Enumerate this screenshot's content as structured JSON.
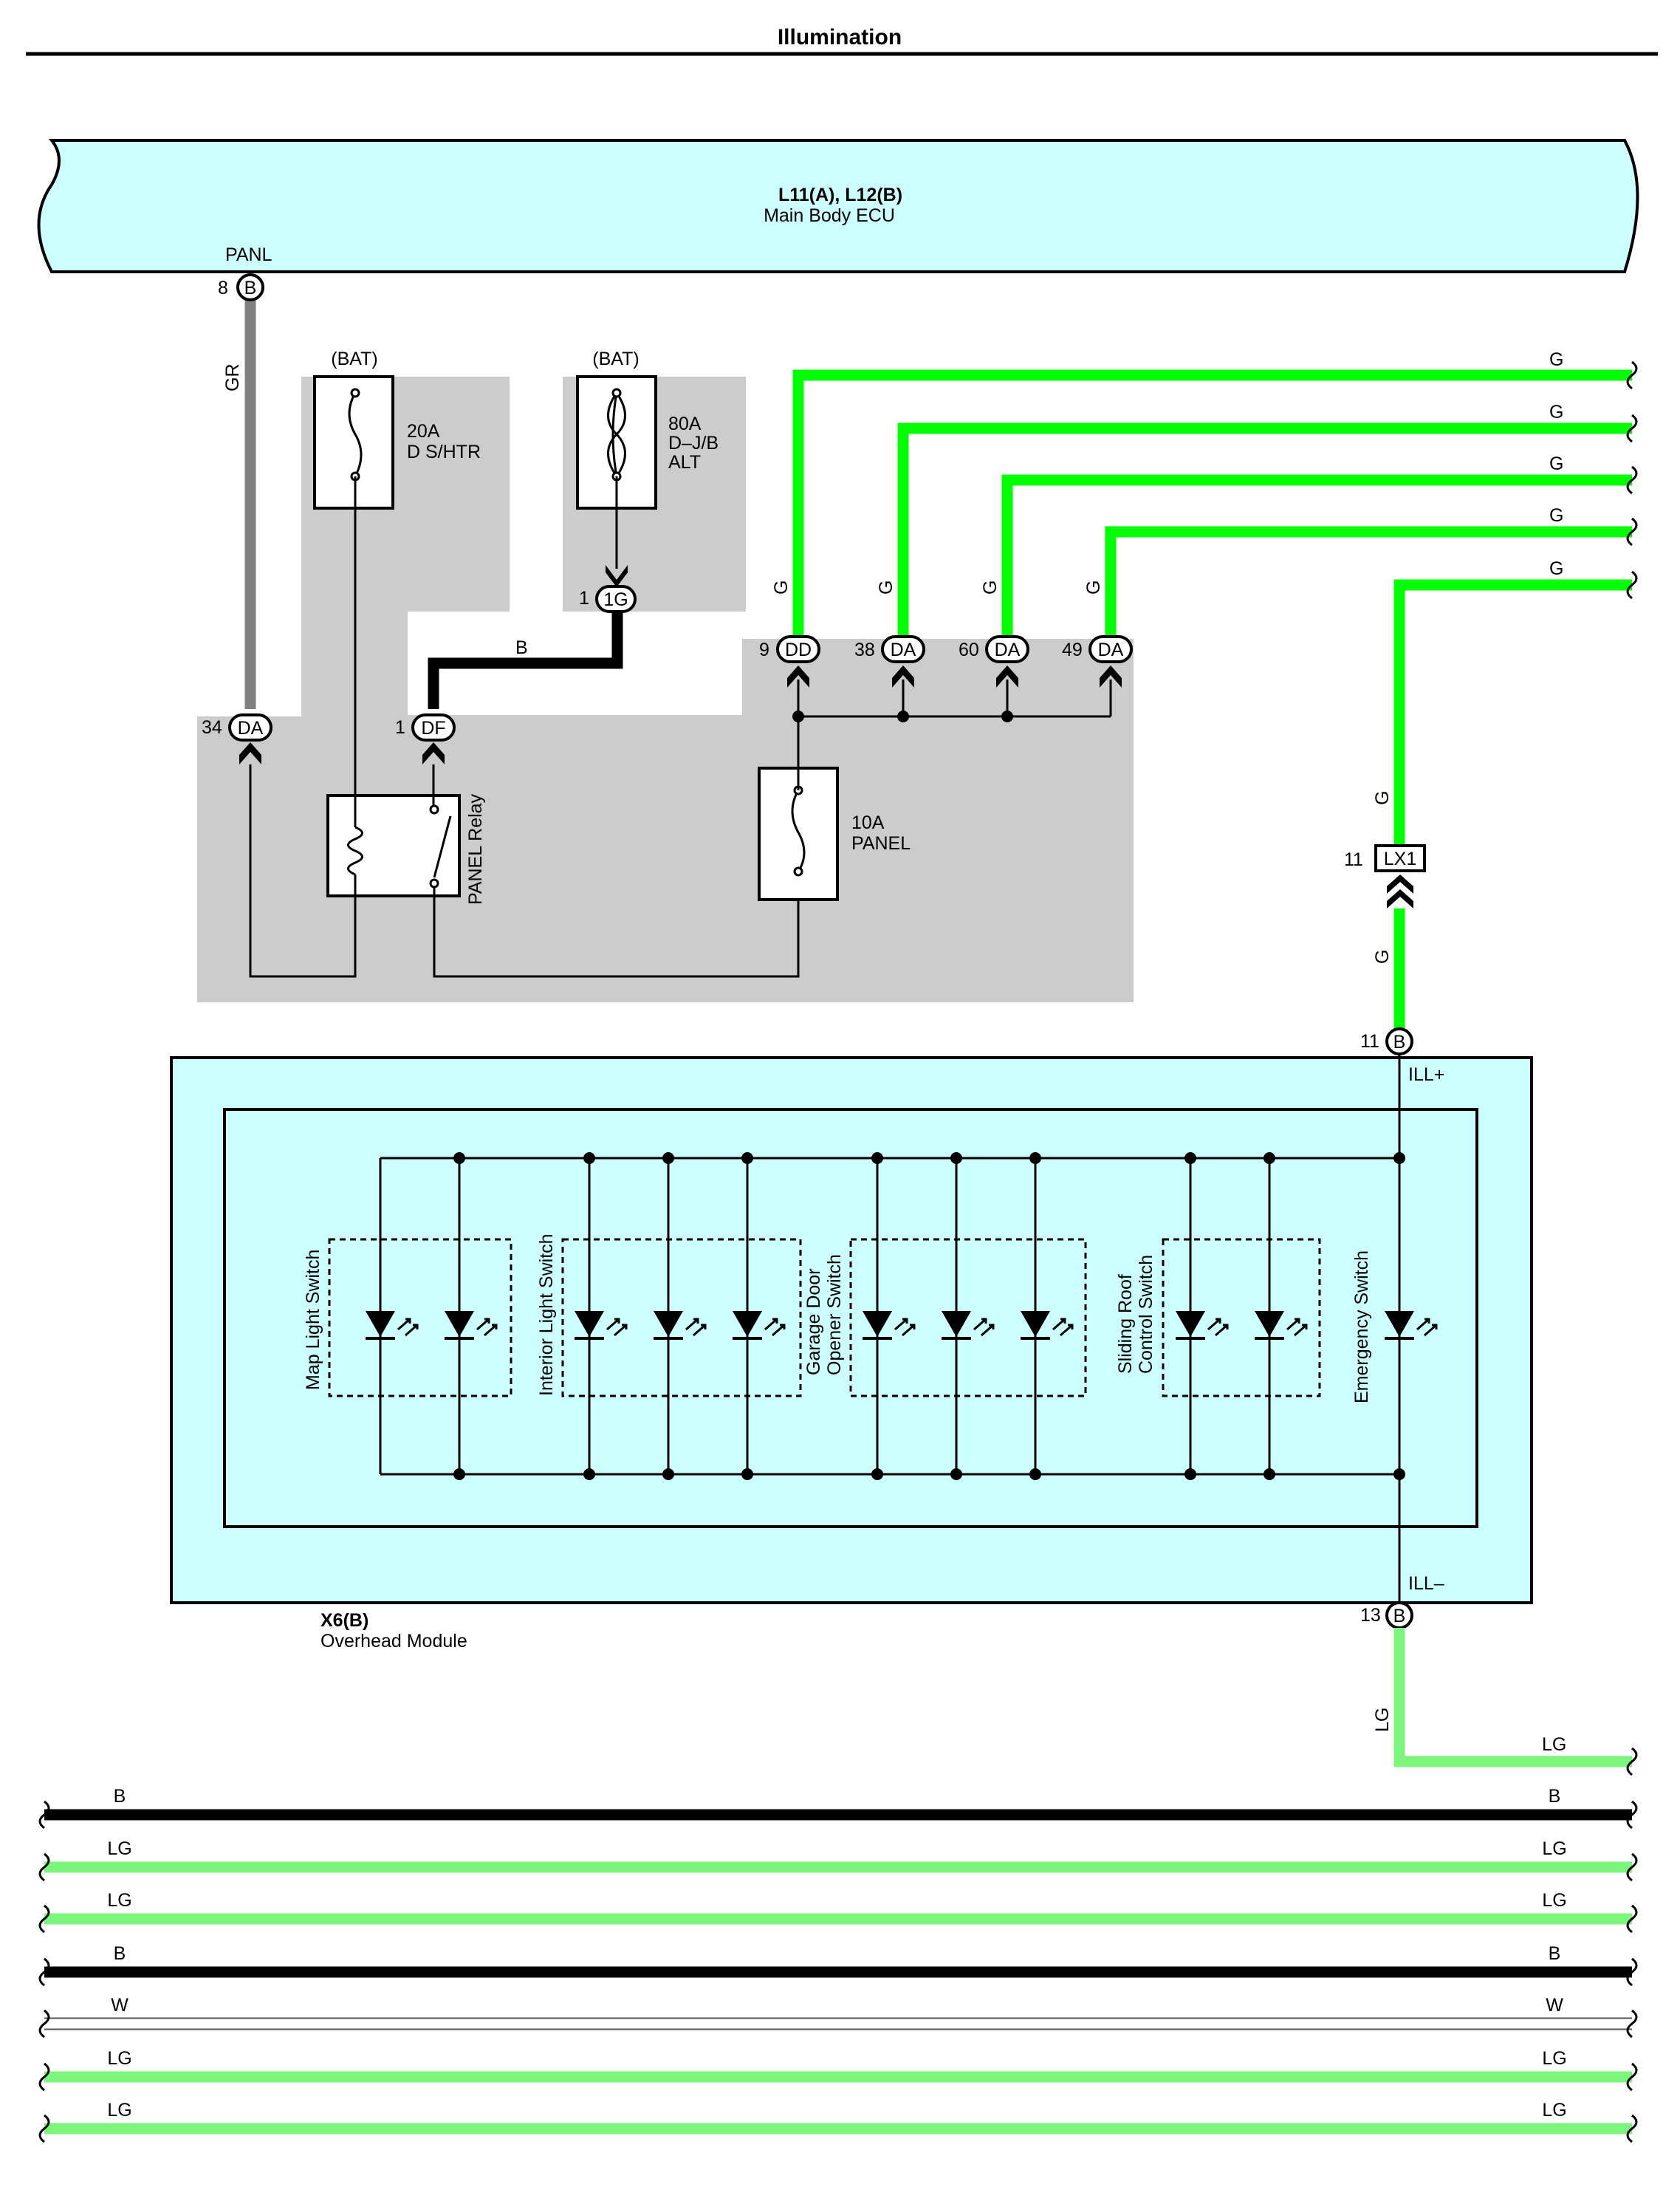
{
  "page": {
    "title": "Illumination"
  },
  "ecu": {
    "code": "L11(A), L12(B)",
    "name": "Main Body ECU",
    "pin_num": "8",
    "pin_conn": "B",
    "pin_name": "PANL"
  },
  "wires": {
    "gr": "GR",
    "b": "B",
    "g": "G",
    "lg": "LG",
    "w": "W"
  },
  "fuse_dshtr": {
    "source": "(BAT)",
    "rating": "20A",
    "name": "D S/HTR"
  },
  "fuse_alt": {
    "source": "(BAT)",
    "rating": "80A",
    "name1": "D–J/B",
    "name2": "ALT"
  },
  "fuse_panel": {
    "rating": "10A",
    "name": "PANEL"
  },
  "relay": {
    "name": "PANEL Relay"
  },
  "connectors": {
    "c34": {
      "num": "34",
      "name": "DA"
    },
    "c1df": {
      "num": "1",
      "name": "DF"
    },
    "c1g": {
      "num": "1",
      "name": "1G"
    },
    "c9": {
      "num": "9",
      "name": "DD"
    },
    "c38": {
      "num": "38",
      "name": "DA"
    },
    "c60": {
      "num": "60",
      "name": "DA"
    },
    "c49": {
      "num": "49",
      "name": "DA"
    },
    "lx1": {
      "num": "11",
      "name": "LX1"
    },
    "x6_11": {
      "num": "11",
      "name": "B"
    },
    "x6_13": {
      "num": "13",
      "name": "B"
    }
  },
  "module": {
    "code": "X6(B)",
    "name": "Overhead Module",
    "ill_plus": "ILL+",
    "ill_minus": "ILL–",
    "switches": {
      "map": "Map Light Switch",
      "interior": "Interior Light Switch",
      "garage1": "Garage Door",
      "garage2": "Opener Switch",
      "roof1": "Sliding Roof",
      "roof2": "Control Switch",
      "emergency": "Emergency Switch"
    }
  },
  "colors": {
    "green": "#00ff00",
    "light_green": "#7cf57c",
    "gray_wire": "#808080",
    "cyan_panel": "#ccffff",
    "gray_panel": "#cccccc"
  }
}
